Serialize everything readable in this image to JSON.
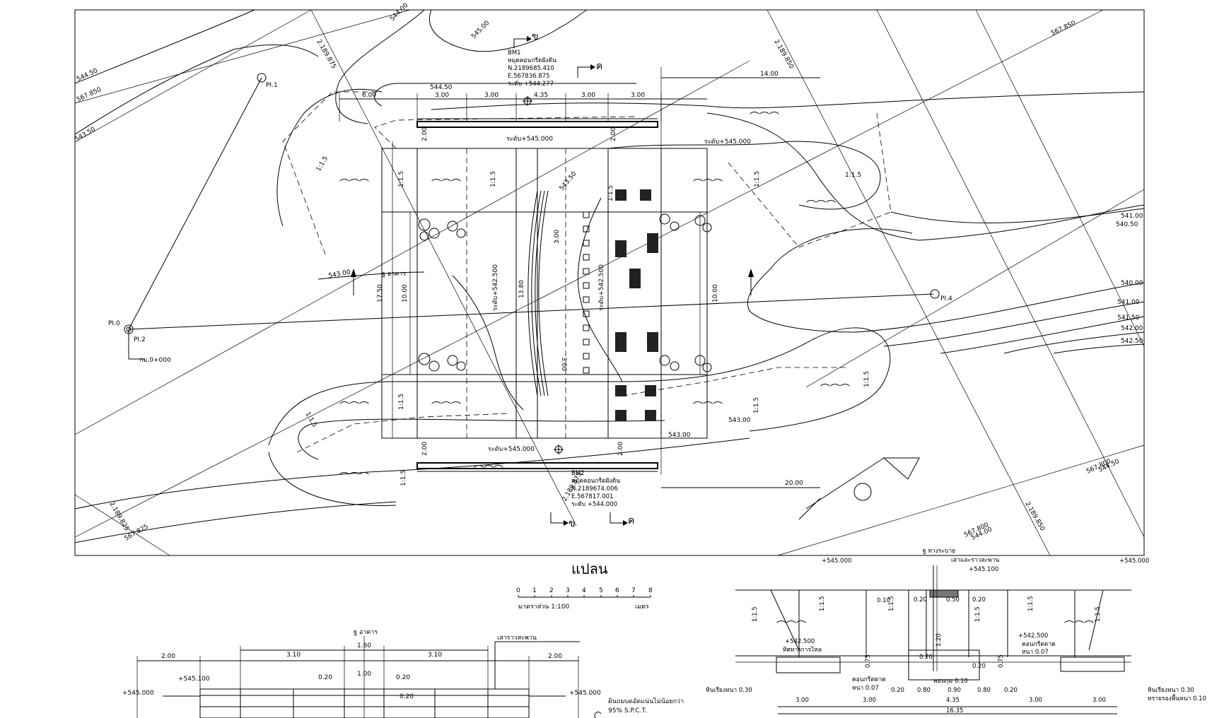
{
  "plan": {
    "contours": [
      "544.50",
      "544.00",
      "545.00",
      "544.50",
      "543.50",
      "543.00",
      "543.50",
      "543.00",
      "541.00",
      "540.50",
      "540.00",
      "541.00",
      "541.50",
      "542.00",
      "542.50",
      "543.00",
      "543.50",
      "544.00"
    ],
    "grid": [
      "567.850",
      "567.850",
      "2.189.875",
      "2.189.850",
      "567.800",
      "2.189.850",
      "567.825",
      "567.800",
      "2.189.825",
      "2.189.875"
    ],
    "dims": {
      "d600": "6.00",
      "d300a": "3.00",
      "d300b": "3.00",
      "d435": "4.35",
      "d300c": "3.00",
      "d300d": "3.00",
      "d1400": "14.00",
      "d2000": "20.00",
      "d200a": "2.00",
      "d200b": "2.00",
      "d200c": "2.00",
      "d200d": "2.00",
      "d1750": "17.50",
      "d1000a": "10.00",
      "d1000b": "10.00",
      "d1380": "13.80",
      "d300e": "3.00",
      "d300f": "3.00"
    },
    "slopes": [
      "1:1.5",
      "1:1.5",
      "1:1.5",
      "1:1.5",
      "1:1.5",
      "1:1.5",
      "1:1.5",
      "1:1.5",
      "1:1.5",
      "1:1.5",
      "1:1.5"
    ],
    "pi": [
      "PI.1",
      "PI.0",
      "PI.2",
      "PI.4"
    ],
    "station": "กม.0+000",
    "bm1": [
      "BM1",
      "หมุดคอนกรีตฝังดิน",
      "N.2189685.410",
      "E.567836.875",
      "ระดับ +544.277"
    ],
    "bm2": [
      "BM2",
      "หมุดคอนกรีตฝังดิน",
      "N.2189674.006",
      "E.567817.001",
      "ระดับ +544.000"
    ],
    "levels": [
      "ระดับ+545.000",
      "ระดับ+545.000",
      "ระดับ+545.000",
      "ระดับ+542.500",
      "ระดับ+542.500"
    ],
    "building": "ฐ อาคาร",
    "section_ref": [
      "ข",
      "ค",
      "ข",
      "ค"
    ]
  },
  "title": {
    "name": "แปลน",
    "scale_ticks": [
      "0",
      "1",
      "2",
      "3",
      "4",
      "5",
      "6",
      "7",
      "8"
    ],
    "scale_label": "มาตราส่วน 1:100",
    "unit": "เมตร"
  },
  "elevation": {
    "center": "ฐ อาคาร",
    "railing": "เสาราวสะพาน",
    "dims": [
      "2.00",
      "3.10",
      "1.60",
      "3.10",
      "2.00",
      "0.20",
      "1.00",
      "0.20",
      "0.20"
    ],
    "levels": [
      "+545.100",
      "+545.000",
      "+545.000"
    ],
    "note": [
      "ดินถมบดอัดแน่นไม่น้อยกว่า",
      "95% S.P.C.T."
    ]
  },
  "section": {
    "center": "ฐ ทางระบาย",
    "labels": {
      "post": "เสาและราวสะพาน",
      "lvl_top_l": "+545.000",
      "lvl_top_r": "+545.000",
      "lvl_545100": "+545.100",
      "d010": "0.10",
      "d020a": "0.20",
      "d050": "0.50",
      "d020b": "0.20",
      "lvl_542500_l": "+542.500",
      "flow": "ทิศทางการไหล",
      "lvl_542500_r": "+542.500",
      "conc_r1": "คอนกรีตดาด",
      "conc_r2": "หนา 0.07",
      "rock_l": "หินเรียงหนา 0.30",
      "conc_l1": "คอนกรีตดาด",
      "conc_l2": "หนา 0.07",
      "d020c": "0.20",
      "gravel": "พอนกุม 0.10",
      "d075a": "0.75",
      "d075b": "0.75",
      "d020d": "0.20",
      "d020e": "0.20",
      "d080a": "0.80",
      "d090": "0.90",
      "d080b": "0.80",
      "d120": "1.20",
      "rock_r": "หินเรียงหนา 0.30",
      "sand_r": "ทรายรองพื้นหนา 0.10",
      "b300a": "3.00",
      "b300b": "3.00",
      "b435": "4.35",
      "b300c": "3.00",
      "b300d": "3.00",
      "total": "16.35",
      "s1": "1:1.5",
      "s2": "1:1.5",
      "s3": "1:1.5",
      "s4": "1:1.5",
      "s5": "1:1.5",
      "s6": "1:1.5",
      "d020f": "0.20"
    }
  }
}
